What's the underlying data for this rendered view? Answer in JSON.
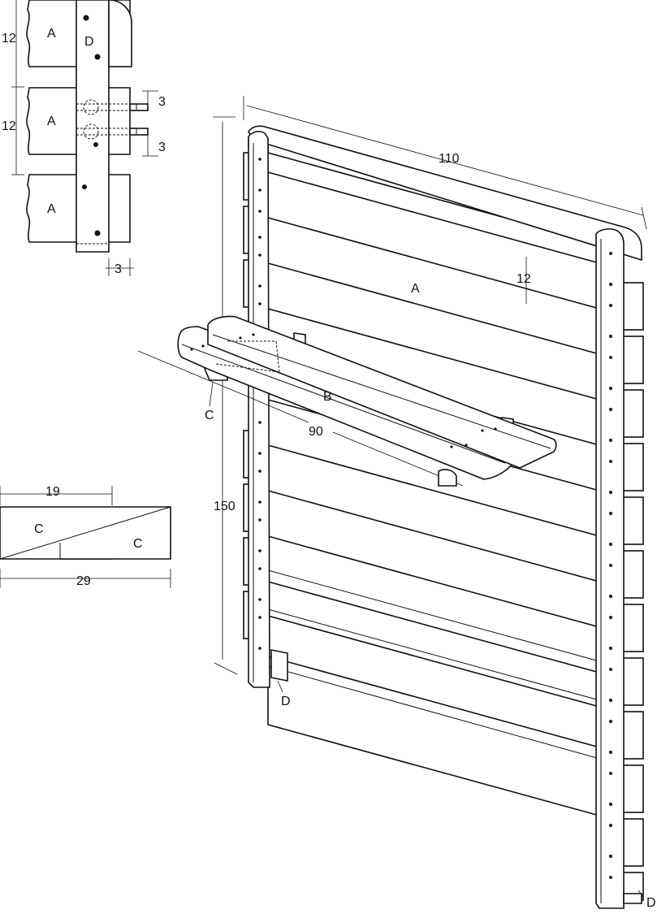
{
  "parts": {
    "slat": "A",
    "shelf": "B",
    "bracket": "C",
    "post": "D"
  },
  "dimensions": {
    "panel_width": "110",
    "panel_height": "150",
    "slat_height": "12",
    "shelf_length": "90",
    "detail_slat_height": "12",
    "detail_gap": "3",
    "bracket_top_length": "19",
    "bracket_total_length": "29"
  },
  "colors": {
    "line": "#111111",
    "background": "#ffffff"
  }
}
